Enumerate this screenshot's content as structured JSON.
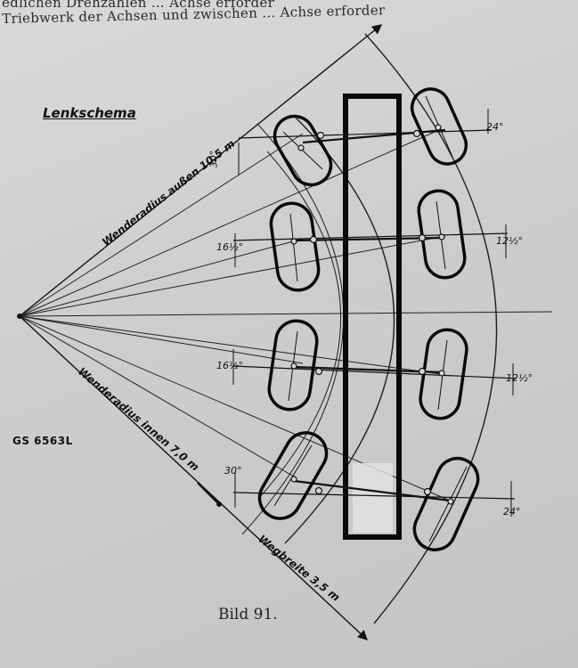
{
  "header": {
    "line1": "edlichen Drehzahlen … Achse erforder",
    "line2": "Triebwerk der Achsen und zwischen … Achse erforder"
  },
  "diagram": {
    "title": "Lenkschema",
    "outer_radius_label": "Wenderadius außen 10,5 m",
    "inner_radius_label": "Wenderadius innen 7,0 m",
    "road_width_label": "Wegbreite 3,5 m",
    "model_code": "GS 6563L",
    "angles": {
      "left_axle1": "30°",
      "left_axle2": "16½°",
      "left_axle3": "16½°",
      "left_axle4": "30°",
      "right_axle1": "24°",
      "right_axle2": "12½°",
      "right_axle3": "12½°",
      "right_axle4": "24°"
    },
    "caption": "Bild 91.",
    "colors": {
      "ink": "#111111",
      "paper": "#d2d2d2"
    }
  }
}
